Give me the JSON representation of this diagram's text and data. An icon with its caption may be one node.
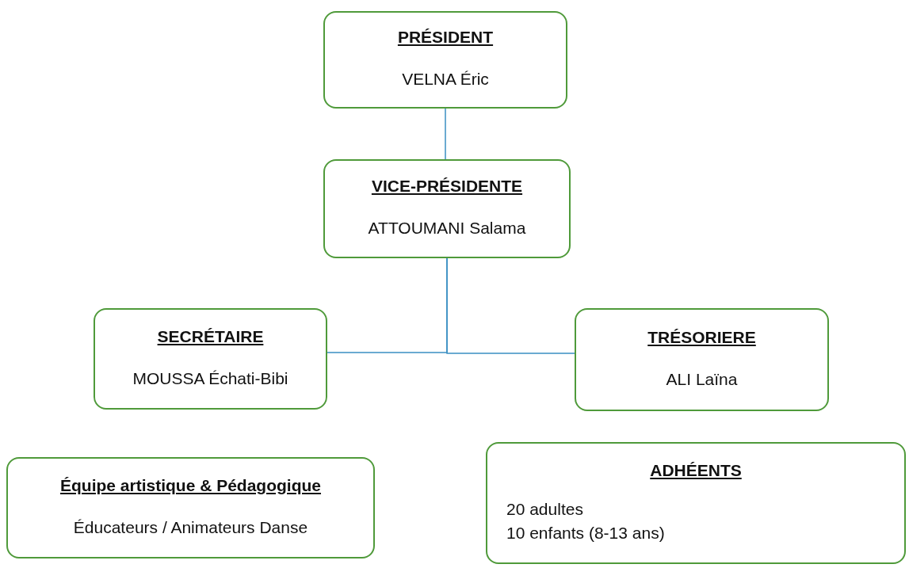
{
  "diagram": {
    "nodes": [
      {
        "text": [
          "PRÉSIDENT",
          "VELNA Éric"
        ]
      },
      {
        "text": [
          "VICE-PRÉSIDENTE",
          "ATTOUMANI Salama"
        ]
      },
      {
        "text": [
          "SECRÉTAIRE",
          "MOUSSA Échati-Bibi"
        ]
      },
      {
        "text": [
          "TRÉSORIERE",
          "ALI Laïna"
        ]
      },
      {
        "text": [
          "Équipe artistique & Pédagogique",
          "Éducateurs / Animateurs Danse"
        ]
      },
      {
        "text": [
          "ADHÉENTS",
          "20 adultes",
          "10 enfants (8-13 ans)"
        ]
      }
    ],
    "edges": [
      {
        "from": 0,
        "to": 1,
        "arrow": "none"
      },
      {
        "from": 1,
        "to": 2,
        "arrow": "none"
      },
      {
        "from": 1,
        "to": 3,
        "arrow": "none"
      }
    ]
  }
}
